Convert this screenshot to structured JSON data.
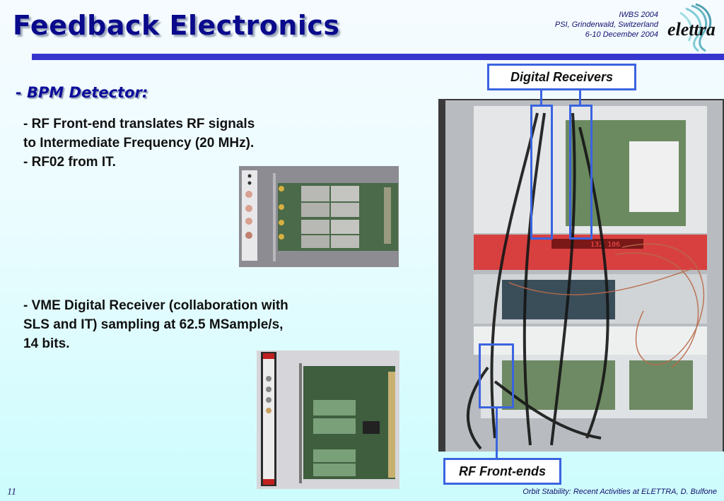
{
  "slide": {
    "title": "Feedback Electronics",
    "page_number": "11",
    "footer": "Orbit Stability: Recent Activities at ELETTRA, D. Bulfone"
  },
  "conference": {
    "line1": "IWBS 2004",
    "line2": "PSI, Grinderwald, Switzerland",
    "line3": "6-10 December 2004"
  },
  "logo": {
    "text": "elettra"
  },
  "content": {
    "section_heading": "- BPM Detector:",
    "paragraph1": {
      "line1": "- RF Front-end translates RF signals",
      "line2": "to Intermediate Frequency (20 MHz).",
      "line3": "- RF02 from IT."
    },
    "paragraph2": {
      "line1": "- VME Digital Receiver (collaboration with",
      "line2": "SLS and IT) sampling at 62.5 MSample/s,",
      "line3": "14 bits."
    }
  },
  "images": {
    "rf_frontend_board": {
      "alt": "RF front-end board (RF02) with inputs A, B, C, D"
    },
    "digital_receiver_board": {
      "alt": "VME digital receiver board"
    },
    "rack": {
      "alt": "Electronics rack with digital receivers and RF front-ends",
      "display_readout": "132  106"
    }
  },
  "callouts": {
    "digital_receivers": "Digital Receivers",
    "rf_frontends": "RF Front-ends"
  },
  "colors": {
    "title": "#0a0a8c",
    "rule": "#3636cf",
    "callout_border": "#3b64e0"
  }
}
